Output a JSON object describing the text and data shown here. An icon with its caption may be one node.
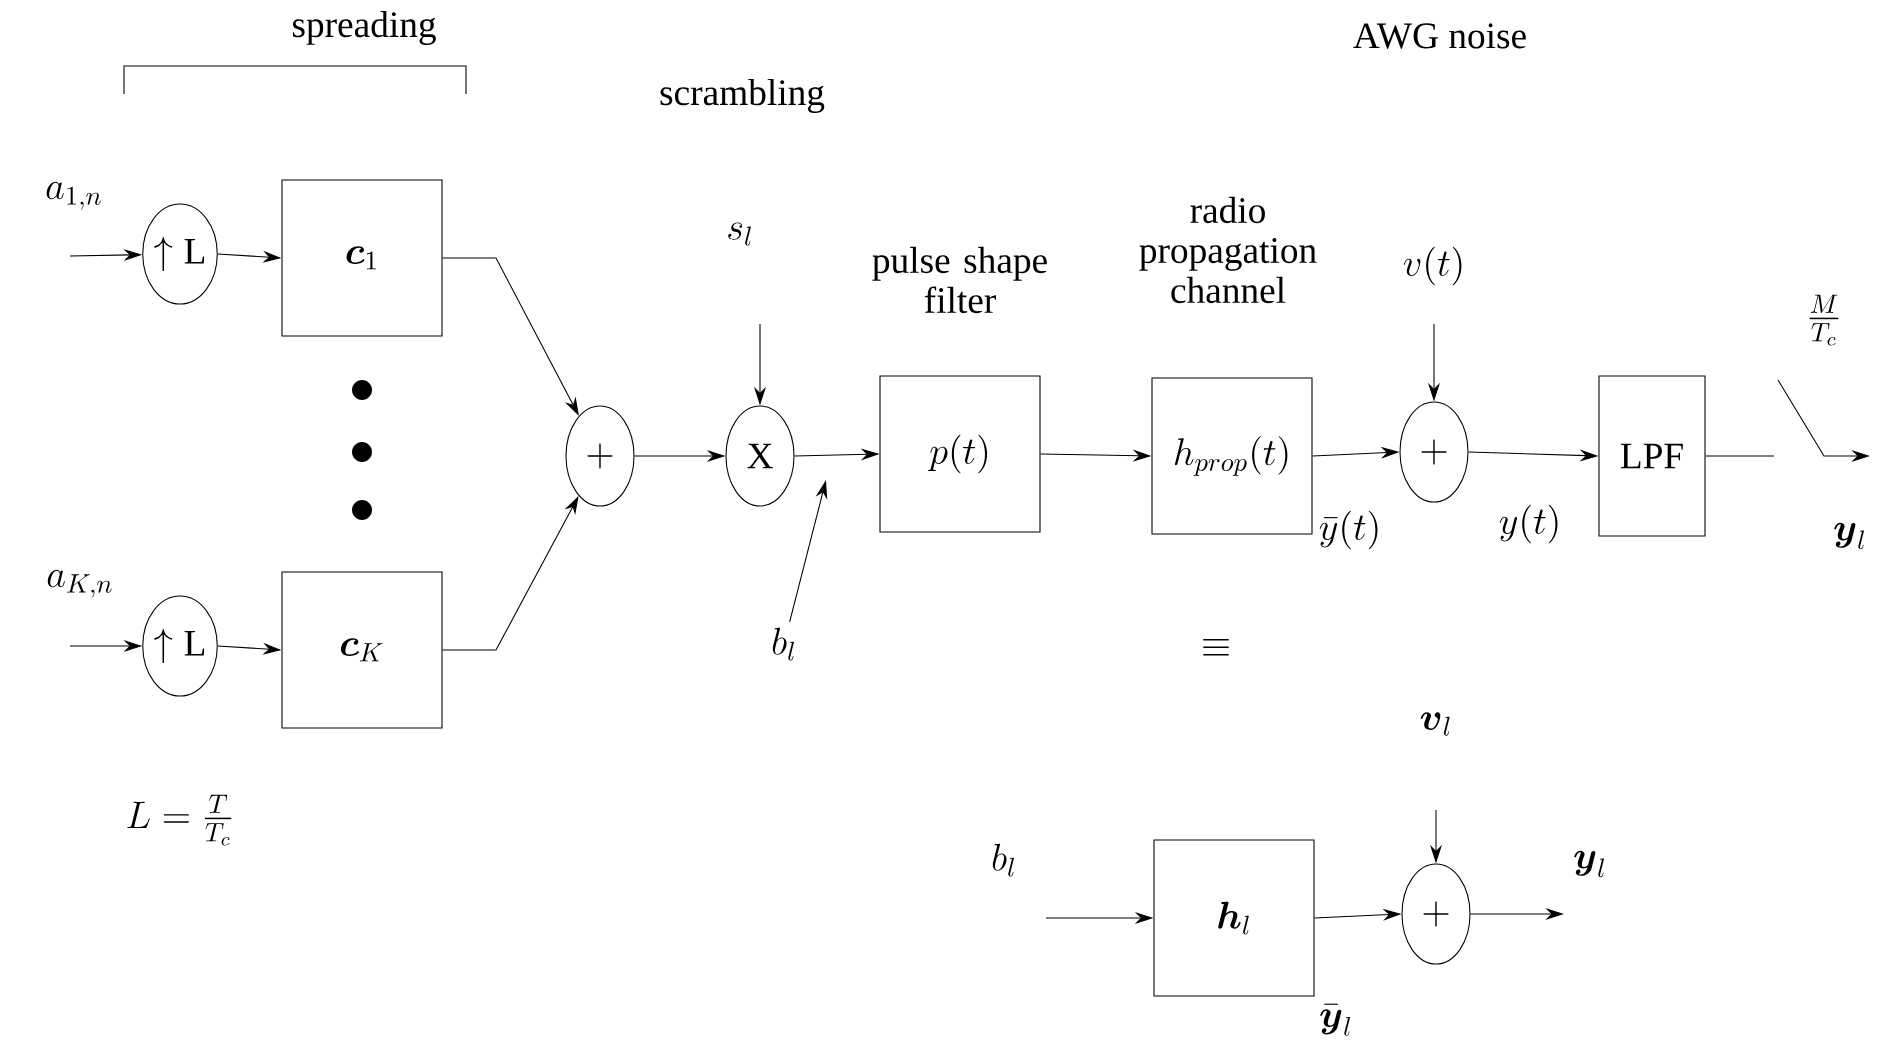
{
  "diagram": {
    "nodes": [
      {
        "text": [
          "\\uparrow\\mathrm{L}"
        ]
      },
      {
        "text": [
          "\\boldsymbol{c}_1"
        ]
      },
      {
        "text": [
          "\\uparrow\\mathrm{L}"
        ]
      },
      {
        "text": [
          "\\boldsymbol{c}_K"
        ]
      },
      {
        "text": [
          "+"
        ]
      },
      {
        "text": [
          "X"
        ]
      },
      {
        "text": [
          "pulse shape filter",
          "p(t)"
        ]
      },
      {
        "text": [
          "radio propagation channel",
          "h_{prop}(t)"
        ]
      },
      {
        "text": [
          "+"
        ]
      },
      {
        "text": [
          "LPF"
        ]
      },
      {
        "text": [
          "b_l"
        ]
      },
      {
        "text": [
          "\\boldsymbol{h}_l"
        ]
      },
      {
        "text": [
          "+"
        ]
      }
    ],
    "edges": [
      {
        "from": null,
        "to": 0,
        "arrow": "to",
        "label": "a_{1,n}"
      },
      {
        "from": 0,
        "to": 1,
        "arrow": "to"
      },
      {
        "from": null,
        "to": 2,
        "arrow": "to",
        "label": "a_{K,n}"
      },
      {
        "from": 2,
        "to": 3,
        "arrow": "to"
      },
      {
        "from": 1,
        "to": 4,
        "arrow": "to"
      },
      {
        "from": 3,
        "to": 4,
        "arrow": "to"
      },
      {
        "from": 4,
        "to": 5,
        "arrow": "to"
      },
      {
        "from": null,
        "to": 5,
        "arrow": "to",
        "label": "s_l"
      },
      {
        "from": 5,
        "to": 6,
        "arrow": "to"
      },
      {
        "from": 6,
        "to": 7,
        "arrow": "to"
      },
      {
        "from": 7,
        "to": 8,
        "arrow": "to",
        "label": "\\bar{y}(t)"
      },
      {
        "from": null,
        "to": 8,
        "arrow": "to",
        "label": "v(t)"
      },
      {
        "from": 8,
        "to": 9,
        "arrow": "to",
        "label": "y(t)"
      },
      {
        "from": 9,
        "to": null,
        "arrow": "to",
        "label": "\\boldsymbol{y}_l"
      },
      {
        "from": 10,
        "to": null,
        "arrow": "to"
      },
      {
        "from": null,
        "to": 11,
        "arrow": "to",
        "label": "b_l"
      },
      {
        "from": 11,
        "to": 12,
        "arrow": "to",
        "label": "\\bar{\\boldsymbol{y}}_l"
      },
      {
        "from": null,
        "to": 12,
        "arrow": "to",
        "label": "\\boldsymbol{v}_l"
      },
      {
        "from": 12,
        "to": null,
        "arrow": "to",
        "label": "\\boldsymbol{y}_l"
      }
    ],
    "labels": [
      "spreading",
      "scrambling",
      "AWG noise",
      "L = \\frac{T}{T_c}",
      "\\frac{M}{T_c}",
      "\\equiv"
    ]
  }
}
